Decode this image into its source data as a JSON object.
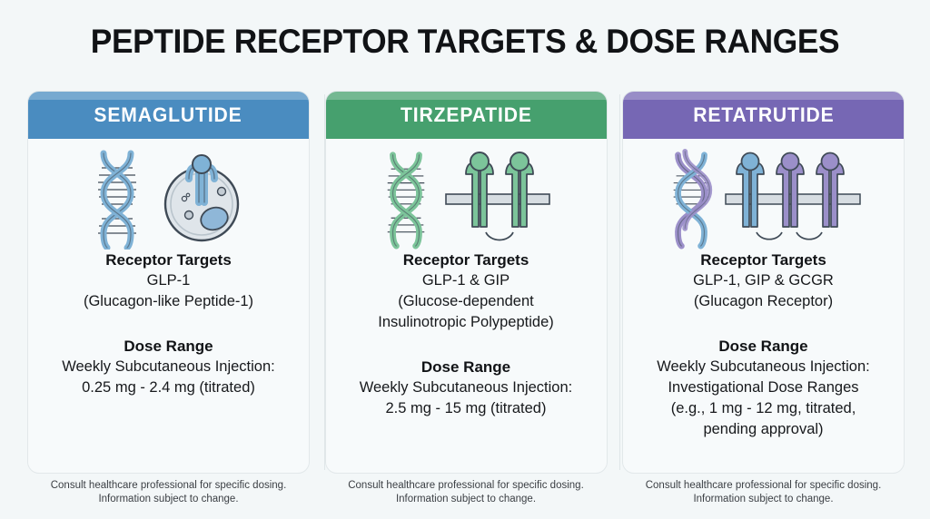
{
  "page": {
    "title": "PEPTIDE RECEPTOR TARGETS & DOSE RANGES",
    "background_color": "#f3f7f8",
    "card_background": "#f7fafb"
  },
  "labels": {
    "receptor_targets": "Receptor Targets",
    "dose_range": "Dose Range"
  },
  "cards": [
    {
      "name": "SEMAGLUTIDE",
      "accent_color": "#4a8cc0",
      "icons": [
        "dna-helix-icon",
        "cell-receptor-icon"
      ],
      "receptor_targets_heading": "Receptor Targets",
      "receptor_targets_lines": [
        "GLP-1",
        "(Glucagon-like Peptide-1)"
      ],
      "dose_range_heading": "Dose Range",
      "dose_range_lines": [
        "Weekly Subcutaneous Injection:",
        "0.25 mg - 2.4 mg (titrated)"
      ],
      "footer_lines": [
        "Consult healthcare professional for specific dosing.",
        "Information subject to change."
      ]
    },
    {
      "name": "TIRZEPATIDE",
      "accent_color": "#46a06e",
      "icons": [
        "dna-helix-icon",
        "dual-receptor-membrane-icon"
      ],
      "receptor_targets_heading": "Receptor Targets",
      "receptor_targets_lines": [
        "GLP-1 & GIP",
        "(Glucose-dependent",
        "Insulinotropic Polypeptide)"
      ],
      "dose_range_heading": "Dose Range",
      "dose_range_lines": [
        "Weekly Subcutaneous Injection:",
        "2.5 mg - 15 mg (titrated)"
      ],
      "footer_lines": [
        "Consult healthcare professional for specific dosing.",
        "Information subject to change."
      ]
    },
    {
      "name": "RETATRUTIDE",
      "accent_color": "#7667b4",
      "icons": [
        "dna-helix-icon",
        "triple-receptor-membrane-icon"
      ],
      "receptor_targets_heading": "Receptor Targets",
      "receptor_targets_lines": [
        "GLP-1, GIP & GCGR",
        "(Glucagon Receptor)"
      ],
      "dose_range_heading": "Dose Range",
      "dose_range_lines": [
        "Weekly Subcutaneous Injection:",
        "Investigational Dose Ranges",
        "(e.g., 1 mg - 12 mg, titrated,",
        "pending approval)"
      ],
      "footer_lines": [
        "Consult healthcare professional for specific dosing.",
        "Information subject to change."
      ]
    }
  ]
}
